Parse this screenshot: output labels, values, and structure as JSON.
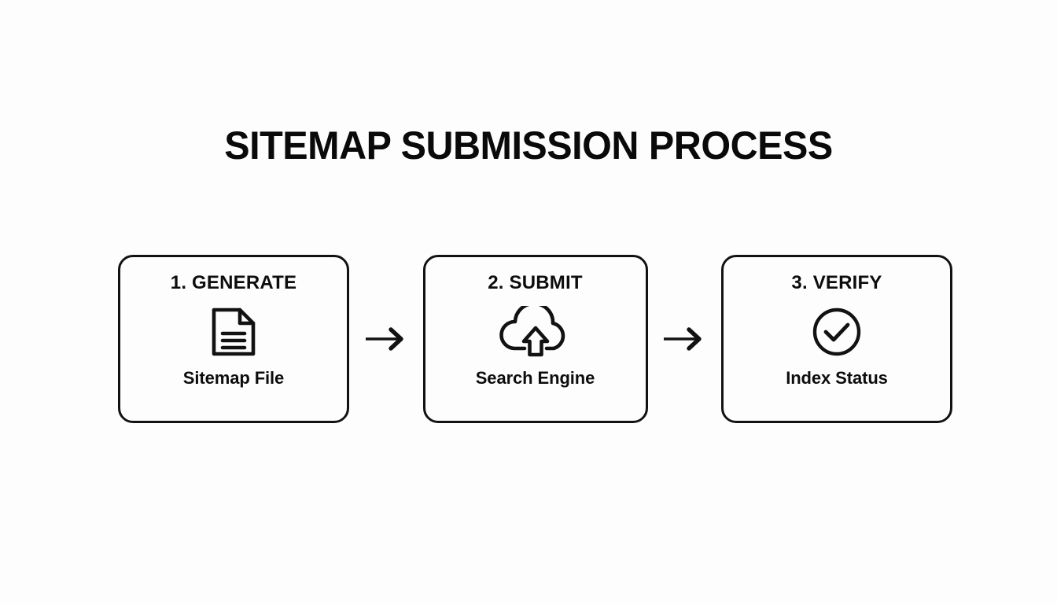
{
  "page": {
    "title": "SITEMAP SUBMISSION PROCESS",
    "background_color": "#fdfdfd",
    "ink_color": "#121212"
  },
  "flow": {
    "connector_icon": "arrow-right-icon",
    "steps": [
      {
        "heading": "1. GENERATE",
        "icon": "document-file-icon",
        "caption": "Sitemap File"
      },
      {
        "heading": "2. SUBMIT",
        "icon": "cloud-upload-icon",
        "caption": "Search Engine"
      },
      {
        "heading": "3. VERIFY",
        "icon": "check-circle-icon",
        "caption": "Index Status"
      }
    ]
  }
}
